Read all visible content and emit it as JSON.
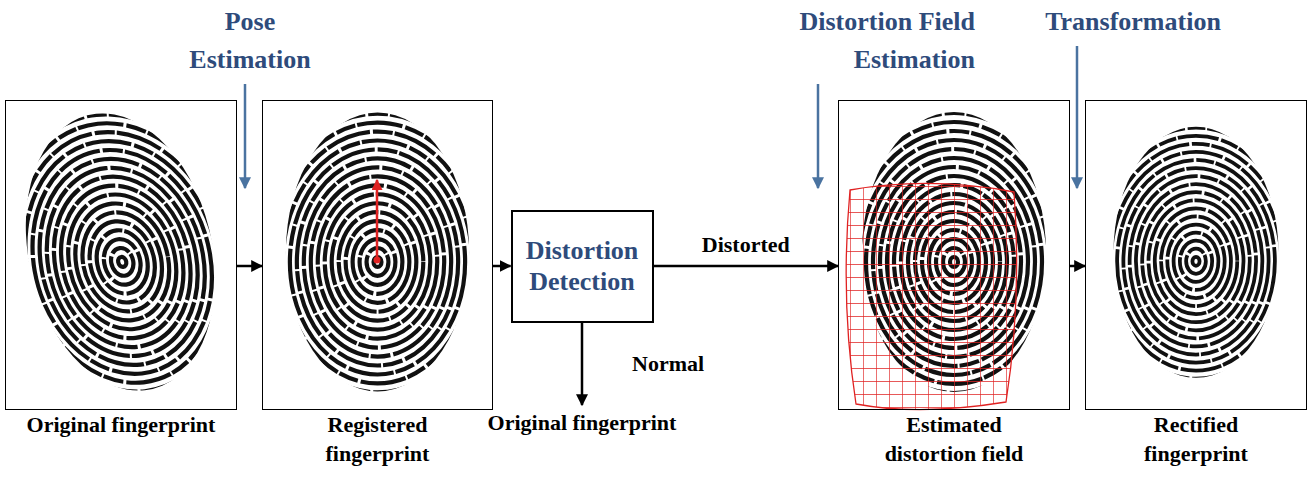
{
  "diagram": {
    "nodes": [
      {
        "text": [
          "Original fingerprint"
        ]
      },
      {
        "text": [
          "Registered fingerprint"
        ]
      },
      {
        "text": [
          "Distortion Detection"
        ]
      },
      {
        "text": [
          "Original fingerprint"
        ]
      },
      {
        "text": [
          "Estimated distortion field"
        ]
      },
      {
        "text": [
          "Rectified fingerprint"
        ]
      }
    ],
    "edges": [
      {
        "from": 0,
        "to": 1,
        "arrow": "to"
      },
      {
        "from": 1,
        "to": 2,
        "arrow": "to"
      },
      {
        "from": 2,
        "to": 4,
        "label": "Distorted",
        "arrow": "to"
      },
      {
        "from": 2,
        "to": 3,
        "label": "Normal",
        "arrow": "to"
      },
      {
        "from": 4,
        "to": 5,
        "arrow": "to"
      }
    ],
    "labels": [
      "Pose Estimation",
      "Distortion Field Estimation",
      "Transformation"
    ]
  }
}
